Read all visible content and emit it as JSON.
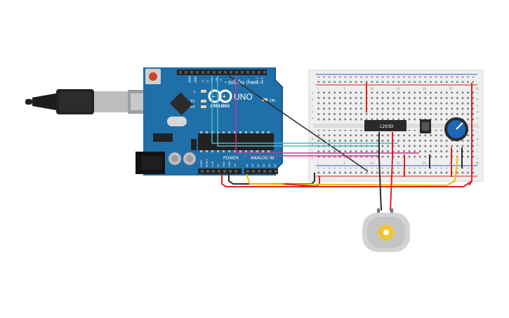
{
  "arduino": {
    "brand": "ARDUINO",
    "model": "UNO",
    "digital_header": "DIGITAL (PWM~)",
    "power_header": "POWER",
    "analog_header": "ANALOG IN",
    "led_on": "ON",
    "led_l": "L",
    "led_tx": "TX",
    "led_rx": "RX",
    "aref": "AREF",
    "gnd": "GND",
    "digital_pins": [
      "13",
      "12",
      "~11",
      "~10",
      "~9",
      "8",
      "7",
      "~6",
      "~5",
      "4",
      "~3",
      "2",
      "TX 1",
      "RX 0"
    ],
    "power_pins": [
      "IOREF",
      "RESET",
      "3.3V",
      "5V",
      "GND",
      "GND",
      "Vin"
    ],
    "analog_pins": [
      "A0",
      "A1",
      "A2",
      "A3",
      "A4",
      "A5"
    ]
  },
  "ic": {
    "label": "L293D"
  },
  "breadboard": {
    "row_letters": [
      "a",
      "b",
      "c",
      "d",
      "e",
      "f",
      "g",
      "h",
      "i",
      "j"
    ],
    "column_numbers": [
      "1",
      "5",
      "10",
      "15",
      "20",
      "25",
      "30"
    ]
  },
  "colors": {
    "board": "#1f6fa8",
    "breadboard": "#eeeeee",
    "wire_red": "#e0201a",
    "wire_black": "#2a2a2a",
    "wire_cyan": "#4ab8c8",
    "wire_magenta": "#c9359a",
    "wire_yellow": "#e8c000",
    "pot": "#1d66b8",
    "motor_body": "#d3d3d3",
    "motor_gear": "#f2c52a"
  },
  "icons": {
    "usb_cable": "usb-cable-icon",
    "motor": "dc-motor-icon",
    "potentiometer": "potentiometer-icon",
    "pushbutton": "pushbutton-icon"
  }
}
